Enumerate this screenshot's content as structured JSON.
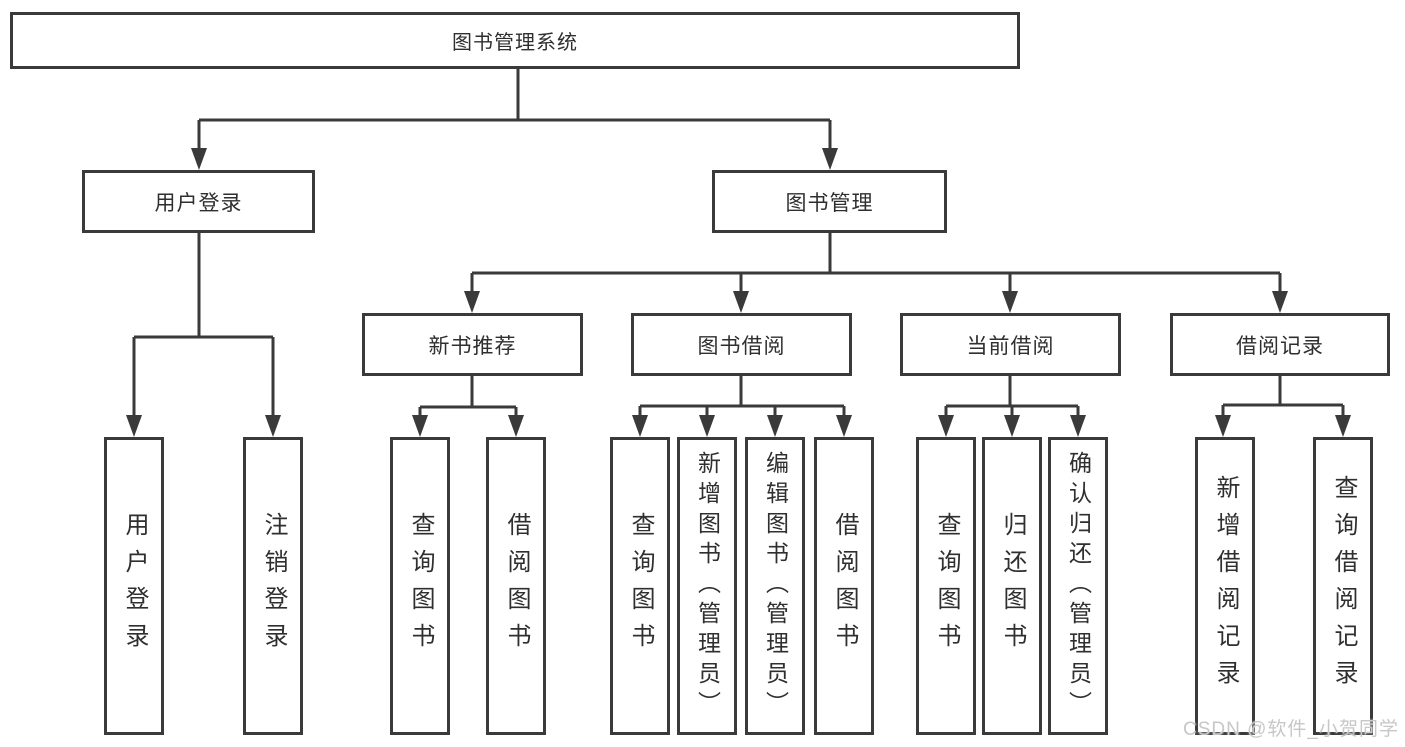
{
  "diagram": {
    "title": "图书管理系统",
    "branches": [
      {
        "label": "用户登录",
        "children": [
          {
            "label": "用户登录"
          },
          {
            "label": "注销登录"
          }
        ]
      },
      {
        "label": "图书管理",
        "children": [
          {
            "label": "新书推荐",
            "children": [
              {
                "label": "查询图书"
              },
              {
                "label": "借阅图书"
              }
            ]
          },
          {
            "label": "图书借阅",
            "children": [
              {
                "label": "查询图书"
              },
              {
                "label": "新增图书（管理员）"
              },
              {
                "label": "编辑图书（管理员）"
              },
              {
                "label": "借阅图书"
              }
            ]
          },
          {
            "label": "当前借阅",
            "children": [
              {
                "label": "查询图书"
              },
              {
                "label": "归还图书"
              },
              {
                "label": "确认归还（管理员）"
              }
            ]
          },
          {
            "label": "借阅记录",
            "children": [
              {
                "label": "新增借阅记录"
              },
              {
                "label": "查询借阅记录"
              }
            ]
          }
        ]
      }
    ]
  },
  "watermark": {
    "text": "CSDN @软件_小贺同学"
  },
  "colors": {
    "line": "#3a3a3a",
    "box_border": "#3a3a3a",
    "text": "#2f2f2f",
    "watermark": "#c7c7c7",
    "background": "#ffffff"
  }
}
